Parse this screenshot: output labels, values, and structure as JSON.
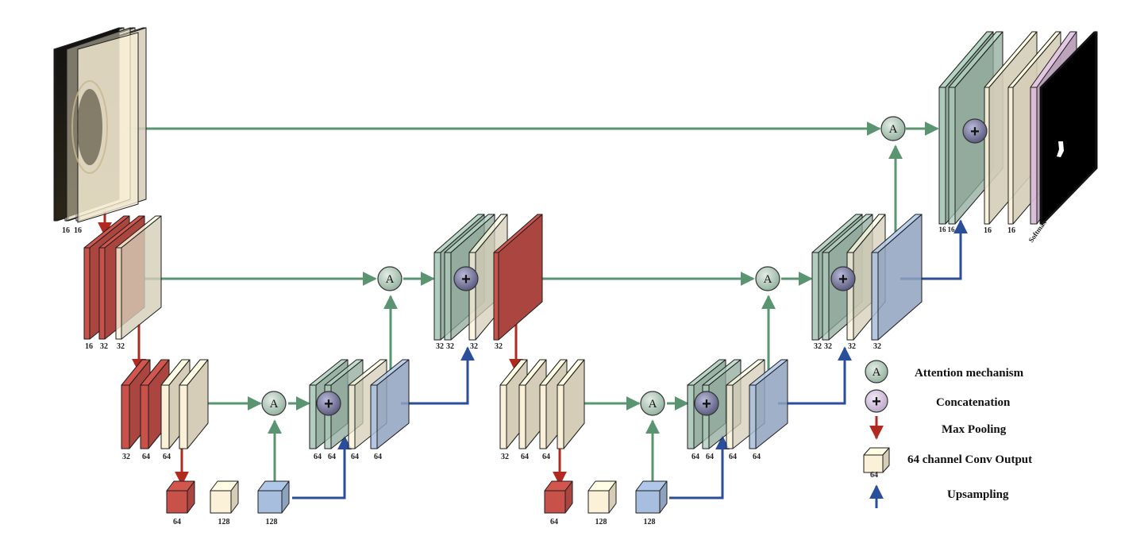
{
  "colors": {
    "pool": "#c8514a",
    "conv": "#fbf1d8",
    "up": "#a7bedf",
    "skip": "#a9c8b8",
    "softmax": "#d9bcd8",
    "green_arrow": "#5a9470",
    "red_arrow": "#b12a1f",
    "blue_arrow": "#2a4e9a",
    "attention_fill": "#b7c9bd",
    "concat_fill": "#6f6f98"
  },
  "symbols": {
    "attention": "A",
    "concat": "+"
  },
  "block_labels": {
    "in_a": "16",
    "in_b": "16",
    "e1_a": "16",
    "e1_b": "32",
    "e1_c": "32",
    "e2_a": "32",
    "e2_b": "64",
    "e2_c": "64",
    "b1_pool": "64",
    "b1_conv": "128",
    "b1_up": "128",
    "d2_a": "64",
    "d2_b": "64",
    "d2_c": "64",
    "d2_d": "64",
    "d1_a": "32",
    "d1_b": "32",
    "d1_c": "32",
    "e1r": "32",
    "e2r_a": "32",
    "e2r_b": "64",
    "e2r_c": "64",
    "b2_pool": "64",
    "b2_conv": "128",
    "b2_up": "128",
    "d2r_a": "64",
    "d2r_b": "64",
    "d2r_c": "64",
    "d2r_d": "64",
    "d1r_a": "32",
    "d1r_b": "32",
    "d1r_c": "32",
    "d1r_d": "32",
    "out_a": "16",
    "out_b": "16",
    "out_c": "16",
    "out_d": "16",
    "softmax": "Softmax"
  },
  "legend": {
    "attention": "Attention mechanism",
    "concat": "Concatenation",
    "maxpool": "Max Pooling",
    "conv": "64 channel Conv Output",
    "conv_size": "64",
    "upsampling": "Upsampling"
  }
}
